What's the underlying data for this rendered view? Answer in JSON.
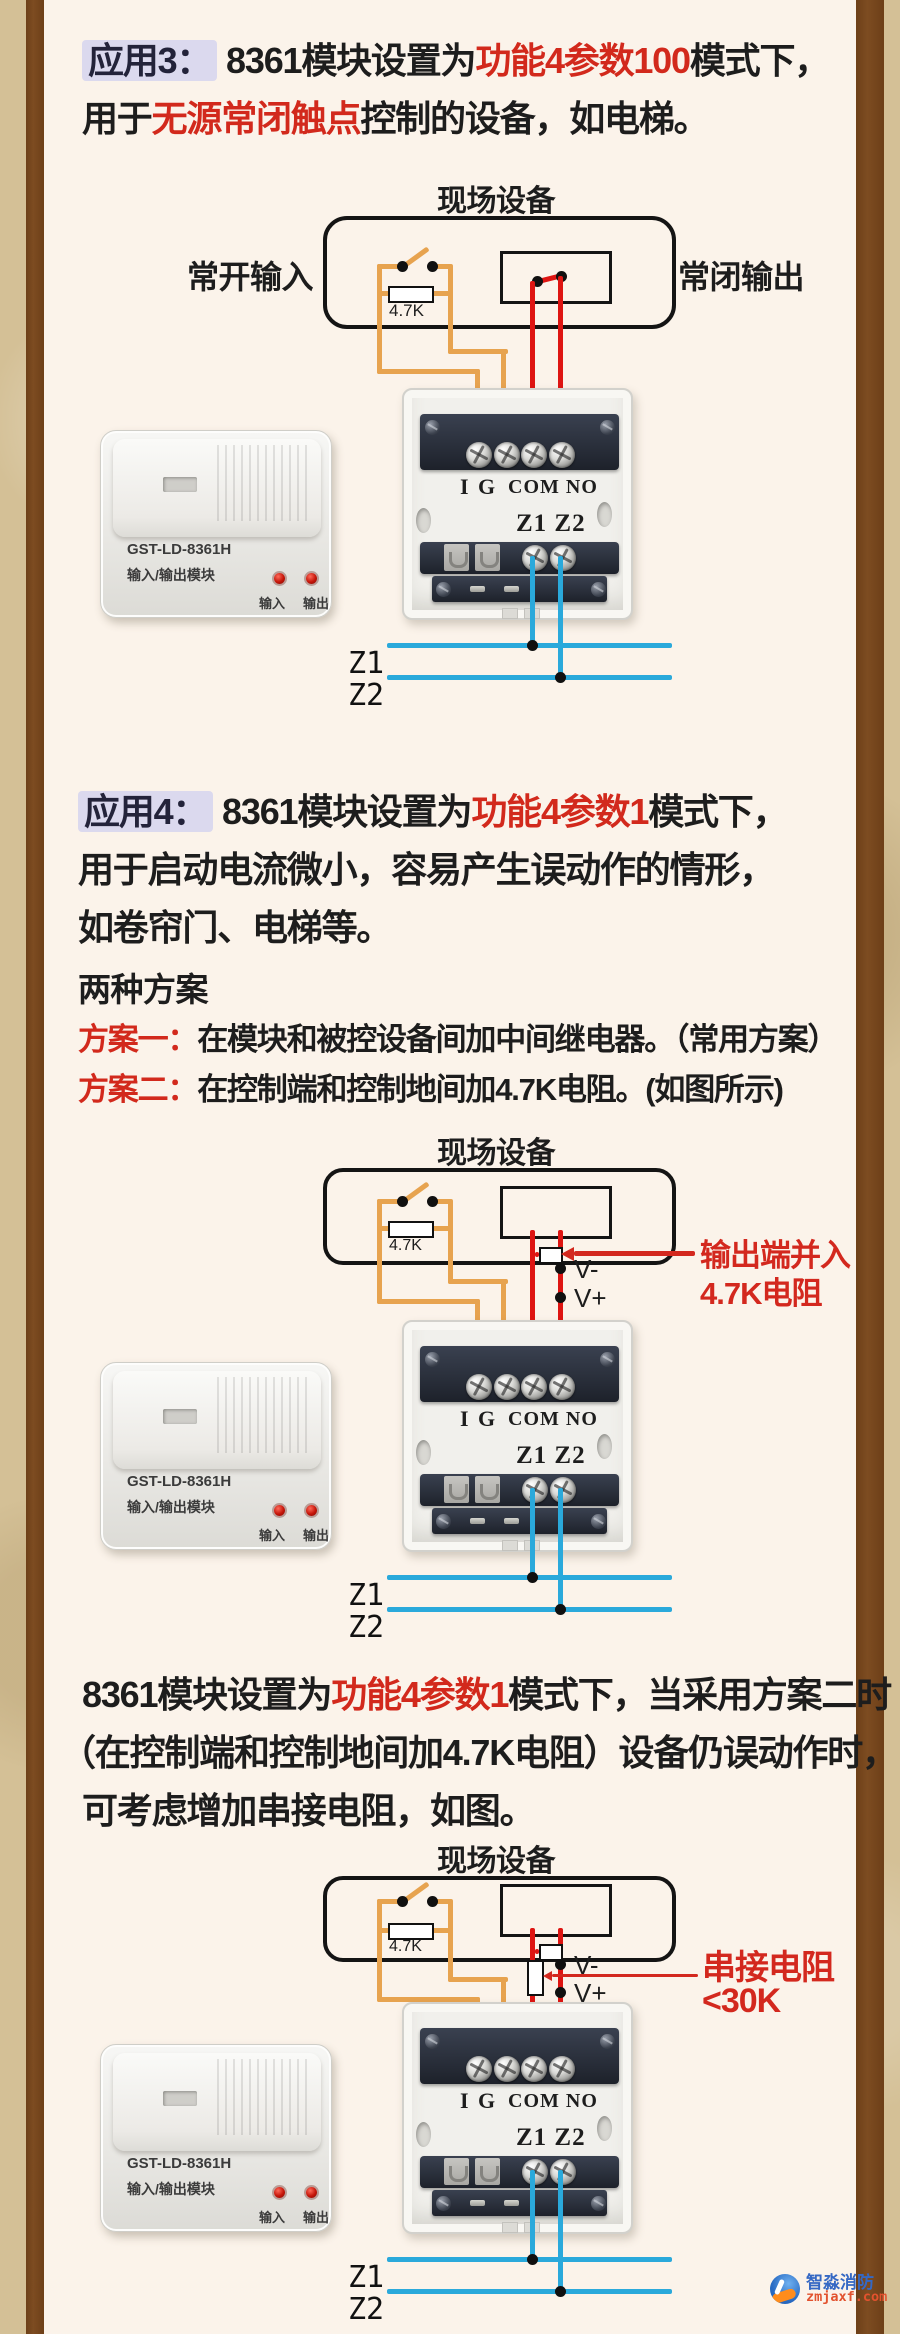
{
  "colors": {
    "accent_red": "#d3281e",
    "wire_orange": "#e7a34f",
    "wire_red": "#de1512",
    "wire_cyan": "#2aa9db",
    "badge_bg": "#dbd9ee",
    "frame_brown": "#7d4c21",
    "page_cream": "#fbf3ea"
  },
  "app3": {
    "badge": "应用3：",
    "seg1": "8361模块设置为",
    "em1": "功能4参数100",
    "seg2": "模式下，",
    "l2_a": "用于",
    "l2_em": "无源常闭触点",
    "l2_b": "控制的设备，如电梯。"
  },
  "app4": {
    "badge": "应用4：",
    "seg1": "8361模块设置为",
    "em1": "功能4参数1",
    "seg2": "模式下，",
    "line2": "用于启动电流微小，容易产生误动作的情形，",
    "line3": "如卷帘门、电梯等。"
  },
  "plans": {
    "heading": "两种方案",
    "p1_label": "方案一：",
    "p1_text": "在模块和被控设备间加中间继电器。",
    "p1_note": "（常用方案）",
    "p2_label": "方案二：",
    "p2_text": "在控制端和控制地间加4.7K电阻。",
    "p2_note": "(如图所示)"
  },
  "note": {
    "seg1": "8361模块设置为",
    "em1": "功能4参数1",
    "seg2": "模式下，当采用方案二时",
    "line2": "（在控制端和控制地间加4.7K电阻）设备仍误动作时，",
    "line3": "可考虑增加串接电阻，如图。"
  },
  "diagram": {
    "title": "现场设备",
    "no_input": "常开输入",
    "nc_output": "常闭输出",
    "res_47k": "4.7K",
    "z1": "Z1",
    "z2": "Z2",
    "v_minus": "V-",
    "v_plus": "V+"
  },
  "d2_annotation": {
    "line1": "输出端并入",
    "line2": "4.7K电阻"
  },
  "d3_annotation": {
    "line1": "串接电阻",
    "line2": "<30K"
  },
  "plate": {
    "row1": "I G",
    "row1b": "COM NO",
    "row2": "Z1 Z2"
  },
  "module": {
    "model": "GST-LD-8361H",
    "type": "输入/输出模块",
    "led_in": "输入",
    "led_out": "输出"
  },
  "watermark": {
    "name": "智淼消防",
    "site": "zmjaxf.com"
  }
}
